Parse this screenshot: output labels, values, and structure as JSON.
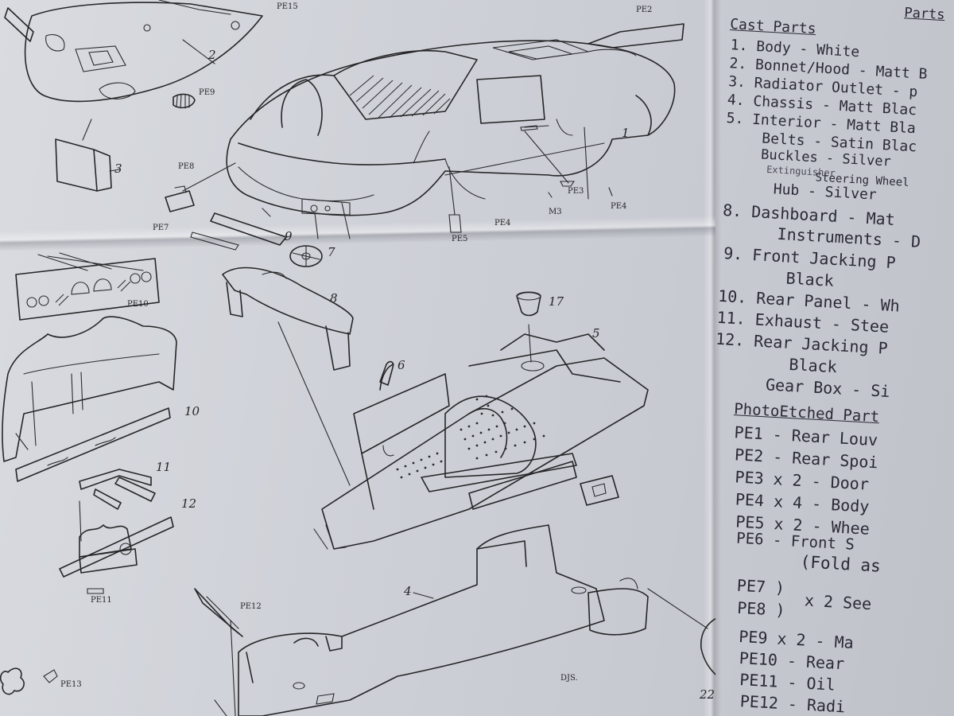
{
  "parts_list": {
    "header": "Parts",
    "cast_heading": "Cast Parts",
    "cast_lines": [
      "1. Body - White",
      "2. Bonnet/Hood - Matt B",
      "3. Radiator Outlet - p",
      "4. Chassis - Matt Blac",
      "5. Interior - Matt Bla",
      "Belts - Satin Blac",
      "Buckles - Silver",
      "Extinguisher",
      "Steering Wheel",
      "Hub - Silver",
      "8. Dashboard - Mat",
      "Instruments - D",
      "9. Front Jacking P",
      "Black",
      "10. Rear Panel - Wh",
      "11. Exhaust - Stee",
      "12. Rear Jacking P",
      "Black",
      "Gear Box - Si"
    ],
    "pe_heading": "PhotoEtched Part",
    "pe_lines": [
      "PE1 - Rear Louv",
      "PE2 - Rear Spoi",
      "PE3 x 2 - Door",
      "PE4 x 4 - Body",
      "PE5 x 2 - Whee",
      "PE6 - Front S",
      "(Fold as",
      "PE7 )",
      "x 2 See",
      "PE8 )",
      "PE9 x 2 - Ma",
      "PE10 - Rear",
      "PE11 - Oil",
      "PE12 - Radi"
    ]
  },
  "callouts": {
    "pe15": "PE15",
    "pe2": "PE2",
    "n2": "2",
    "pe9": "PE9",
    "n3": "3",
    "n1": "1",
    "pe8": "PE8",
    "pe7": "PE7",
    "pe3": "PE3",
    "pe4a": "PE4",
    "m3": "M3",
    "pe4b": "PE4",
    "pe5": "PE5",
    "n9": "9",
    "n7": "7",
    "pe10": "PE10",
    "n8": "8",
    "n17": "17",
    "n5": "5",
    "n6": "6",
    "n10": "10",
    "n11": "11",
    "n12": "12",
    "pe11": "PE11",
    "pe12": "PE12",
    "n4": "4",
    "djs": "DJS.",
    "pe13": "PE13",
    "n22": "22"
  }
}
